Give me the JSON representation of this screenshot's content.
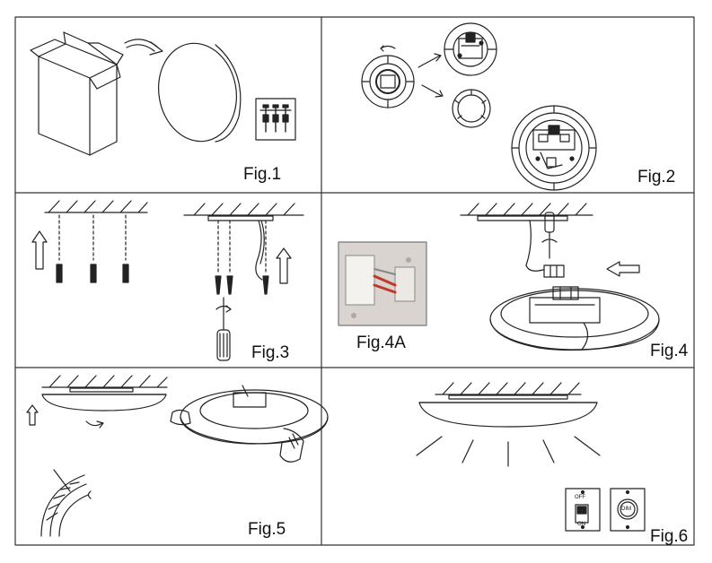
{
  "figures": [
    {
      "id": "fig1",
      "label": "Fig.1"
    },
    {
      "id": "fig2",
      "label": "Fig.2"
    },
    {
      "id": "fig3",
      "label": "Fig.3"
    },
    {
      "id": "fig4",
      "label": "Fig.4"
    },
    {
      "id": "fig4a",
      "label": "Fig.4A"
    },
    {
      "id": "fig5",
      "label": "Fig.5"
    },
    {
      "id": "fig6",
      "label": "Fig.6"
    }
  ],
  "switch_panel": {
    "off": "OFF",
    "on": "ON",
    "dimmer": "DIM"
  },
  "colors": {
    "line": "#222222",
    "frame": "#333333",
    "photo_bg": "#d9d4cf",
    "wire_red": "#c0392b"
  },
  "icons": [
    "box-icon",
    "arrow-icon",
    "screw-icon",
    "screwdriver-icon",
    "ceiling-icon",
    "lamp-icon",
    "hand-icon",
    "switch-icon",
    "dimmer-icon"
  ]
}
